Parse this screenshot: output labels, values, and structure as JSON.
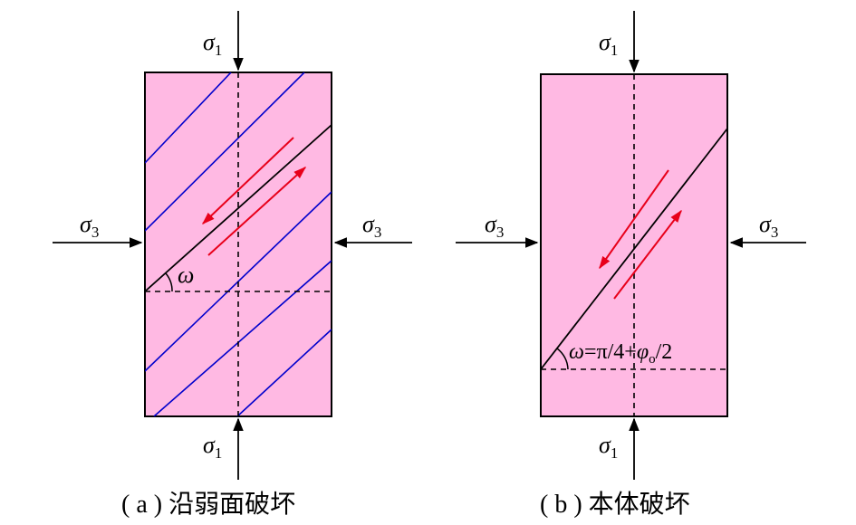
{
  "colors": {
    "specimen_fill": "#ffb9e3",
    "weak_plane": "#0000cc",
    "shear_arrow": "#e8001a",
    "outline": "#000000"
  },
  "labels": {
    "sigma_symbol": "σ",
    "sigma_1_sub": "1",
    "sigma_3_sub": "3",
    "omega": "ω",
    "omega_formula_lhs": "ω",
    "omega_formula_mid": "=π/4+",
    "omega_formula_phi": "φ",
    "omega_formula_sub": "o",
    "omega_formula_tail": "/2"
  },
  "captions": {
    "a": "( a ) 沿弱面破坏",
    "b": "( b ) 本体破坏"
  }
}
